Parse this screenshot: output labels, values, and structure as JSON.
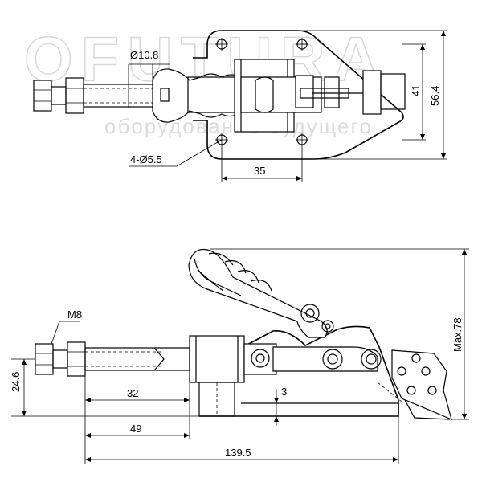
{
  "watermark": {
    "brand": "OFUTURA",
    "tagline": "оборудование будущего"
  },
  "top_view": {
    "dim_bore": "Ø10.8",
    "dim_holes": "4-Ø5.5",
    "dim_hole_spacing": "35",
    "dim_inner_height": "41",
    "dim_outer_height": "56.4"
  },
  "side_view": {
    "thread_label": "M8",
    "dim_thread_height": "24.6",
    "dim_thread_len": "32",
    "dim_body_len": "49",
    "dim_total_len": "139.5",
    "dim_gap": "3",
    "dim_max_height": "Max.78"
  }
}
